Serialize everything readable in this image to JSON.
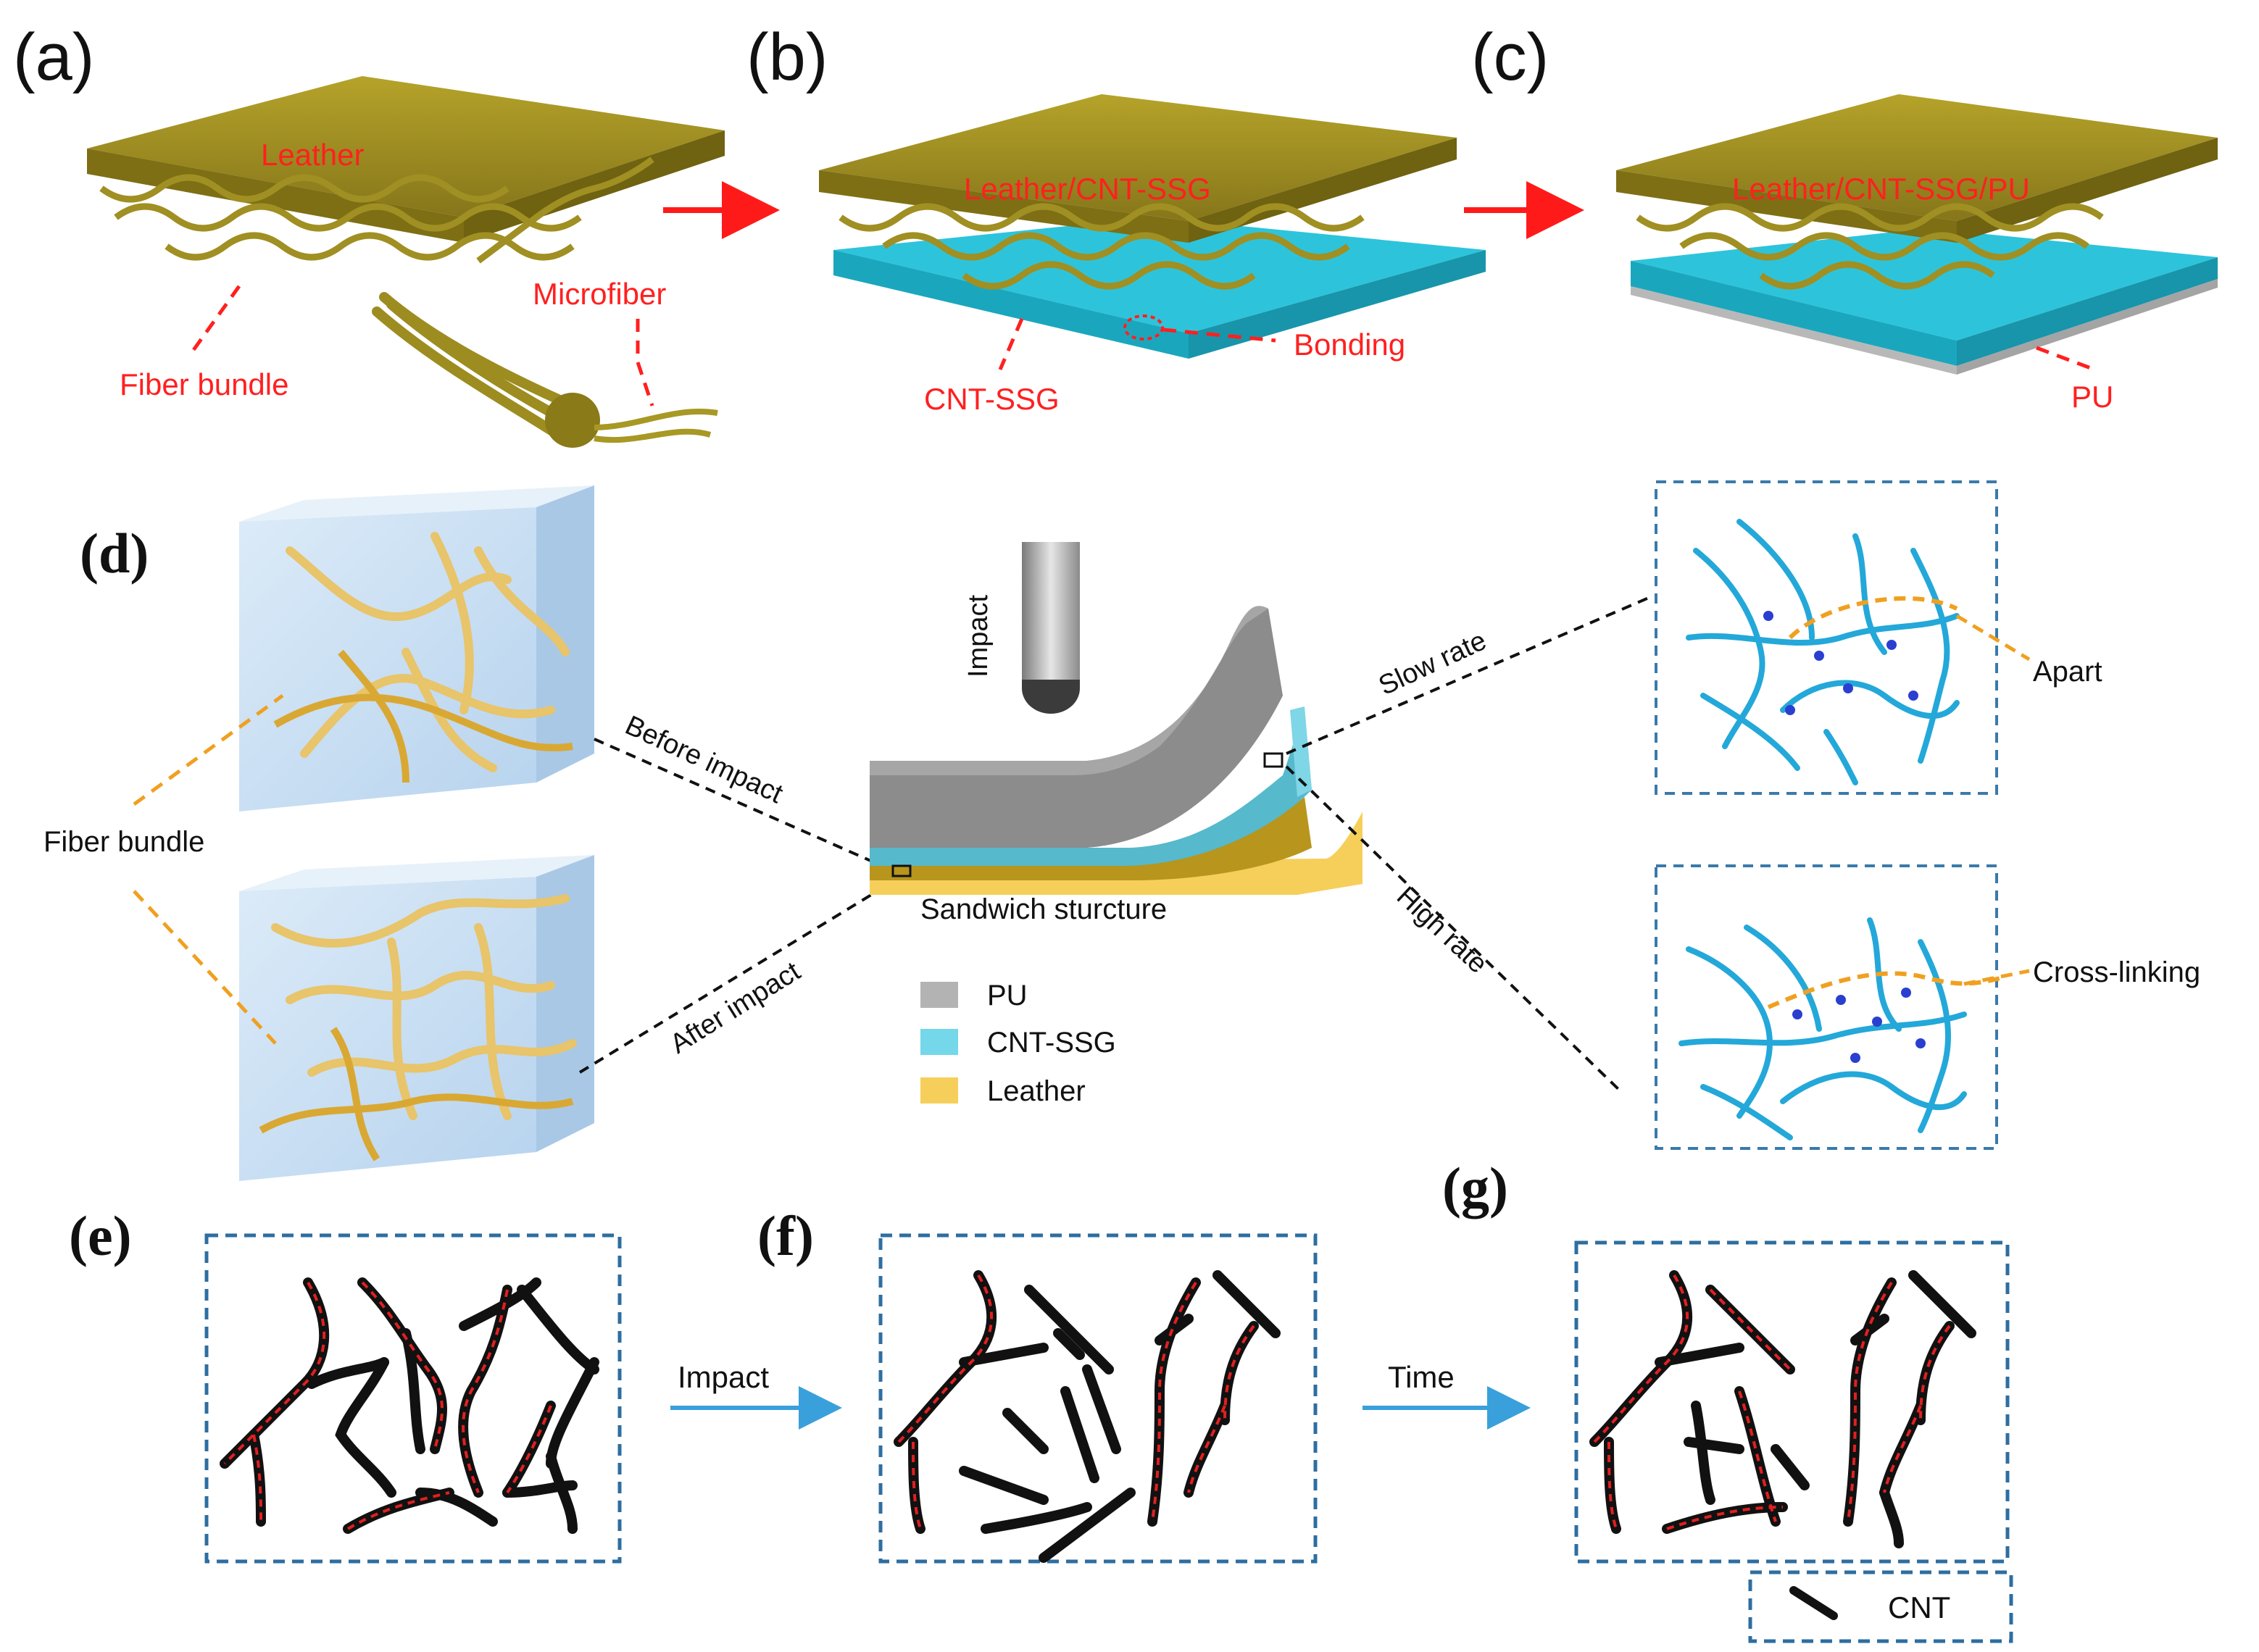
{
  "panels": {
    "a": "(a)",
    "b": "(b)",
    "c": "(c)",
    "d": "(d)",
    "e": "(e)",
    "f": "(f)",
    "g": "(g)"
  },
  "top_row": {
    "leather": "Leather",
    "fiber_bundle": "Fiber bundle",
    "microfiber": "Microfiber",
    "leather_cnt_ssg": "Leather/CNT-SSG",
    "cnt_ssg": "CNT-SSG",
    "bonding": "Bonding",
    "leather_cnt_ssg_pu": "Leather/CNT-SSG/PU",
    "pu": "PU"
  },
  "middle_row": {
    "fiber_bundle": "Fiber bundle",
    "before_impact": "Before impact",
    "after_impact": "After impact",
    "impact": "Impact",
    "sandwich": "Sandwich sturcture",
    "slow_rate": "Slow rate",
    "high_rate": "High rate",
    "apart": "Apart",
    "cross_linking": "Cross-linking",
    "legend": [
      {
        "label": "PU",
        "color": "#b3b3b3"
      },
      {
        "label": "CNT-SSG",
        "color": "#74d7ea"
      },
      {
        "label": "Leather",
        "color": "#f6cf5a"
      }
    ]
  },
  "bottom_row": {
    "impact": "Impact",
    "time": "Time",
    "cnt_legend": "CNT"
  },
  "colors": {
    "label_red": "#ff2020",
    "leather": "#9a8a1a",
    "cyan": "#20c7dc",
    "arrow_blue": "#3aa0dc",
    "box_blue": "#2e6ea0",
    "orange": "#f0a020"
  }
}
